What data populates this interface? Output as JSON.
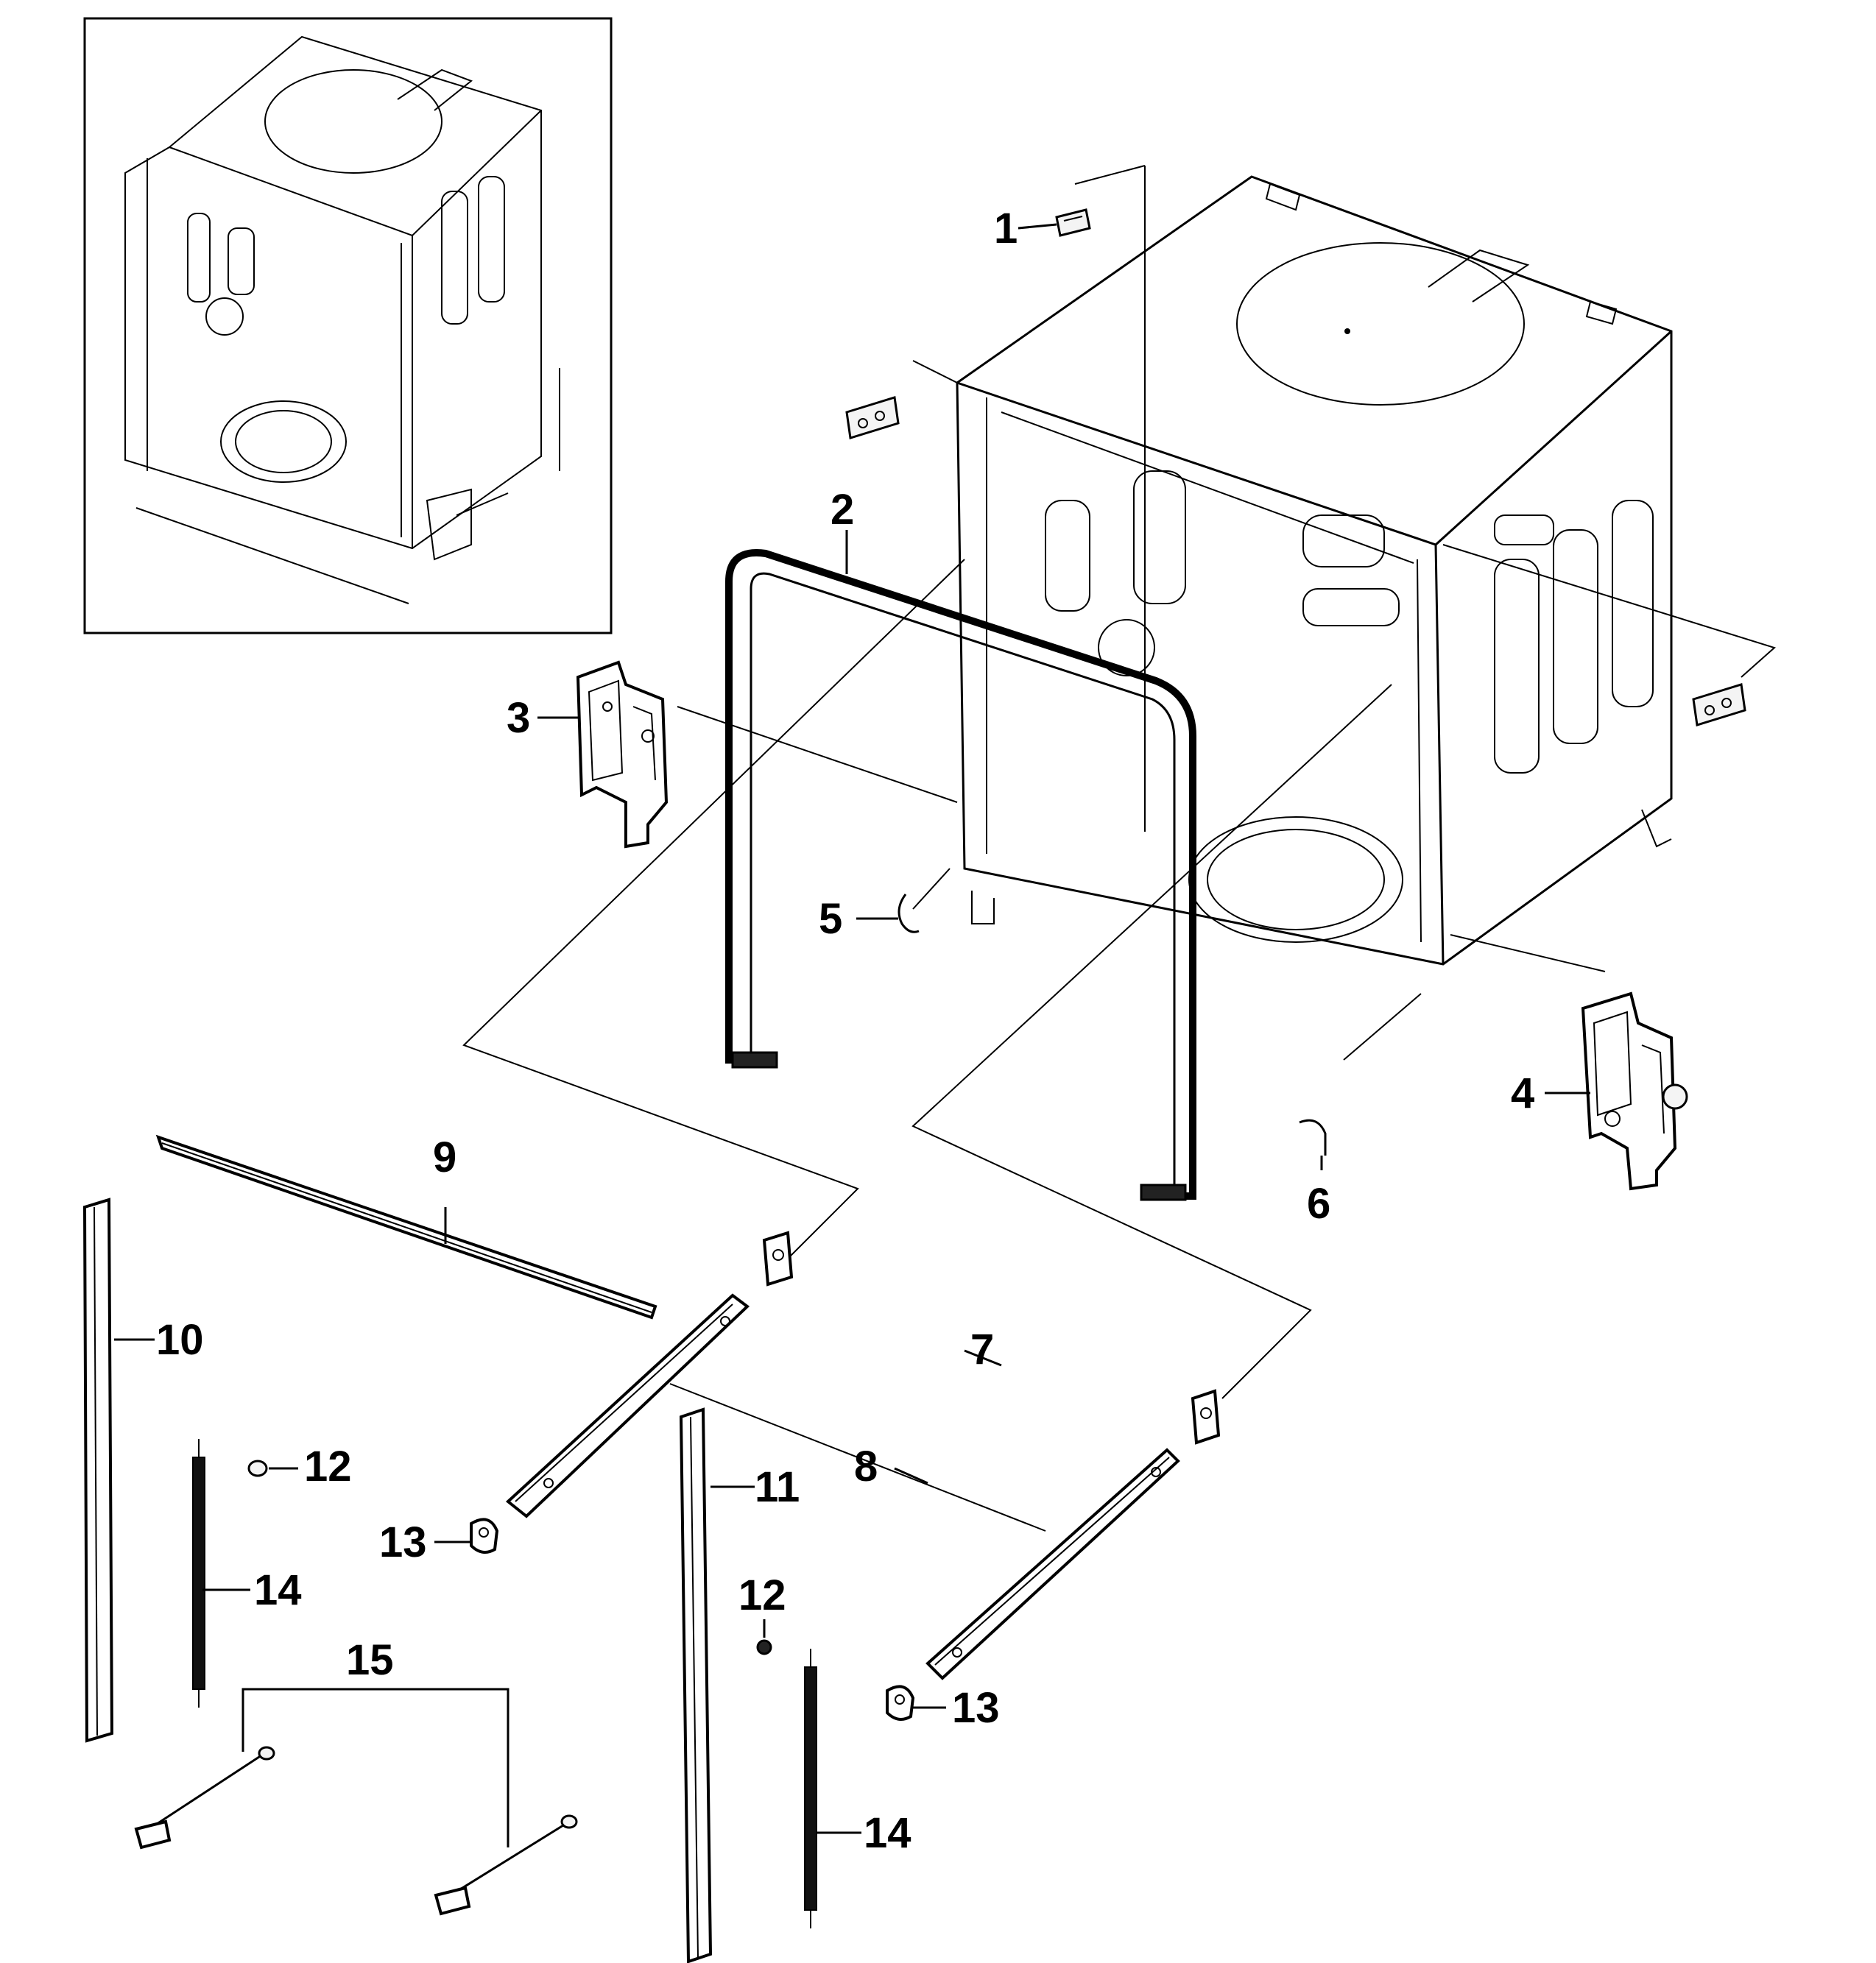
{
  "callouts": {
    "c1": "1",
    "c2": "2",
    "c3": "3",
    "c4": "4",
    "c5": "5",
    "c6": "6",
    "c7": "7",
    "c8": "8",
    "c9": "9",
    "c10": "10",
    "c11": "11",
    "c12a": "12",
    "c12b": "12",
    "c13a": "13",
    "c13b": "13",
    "c14a": "14",
    "c14b": "14",
    "c15": "15"
  }
}
